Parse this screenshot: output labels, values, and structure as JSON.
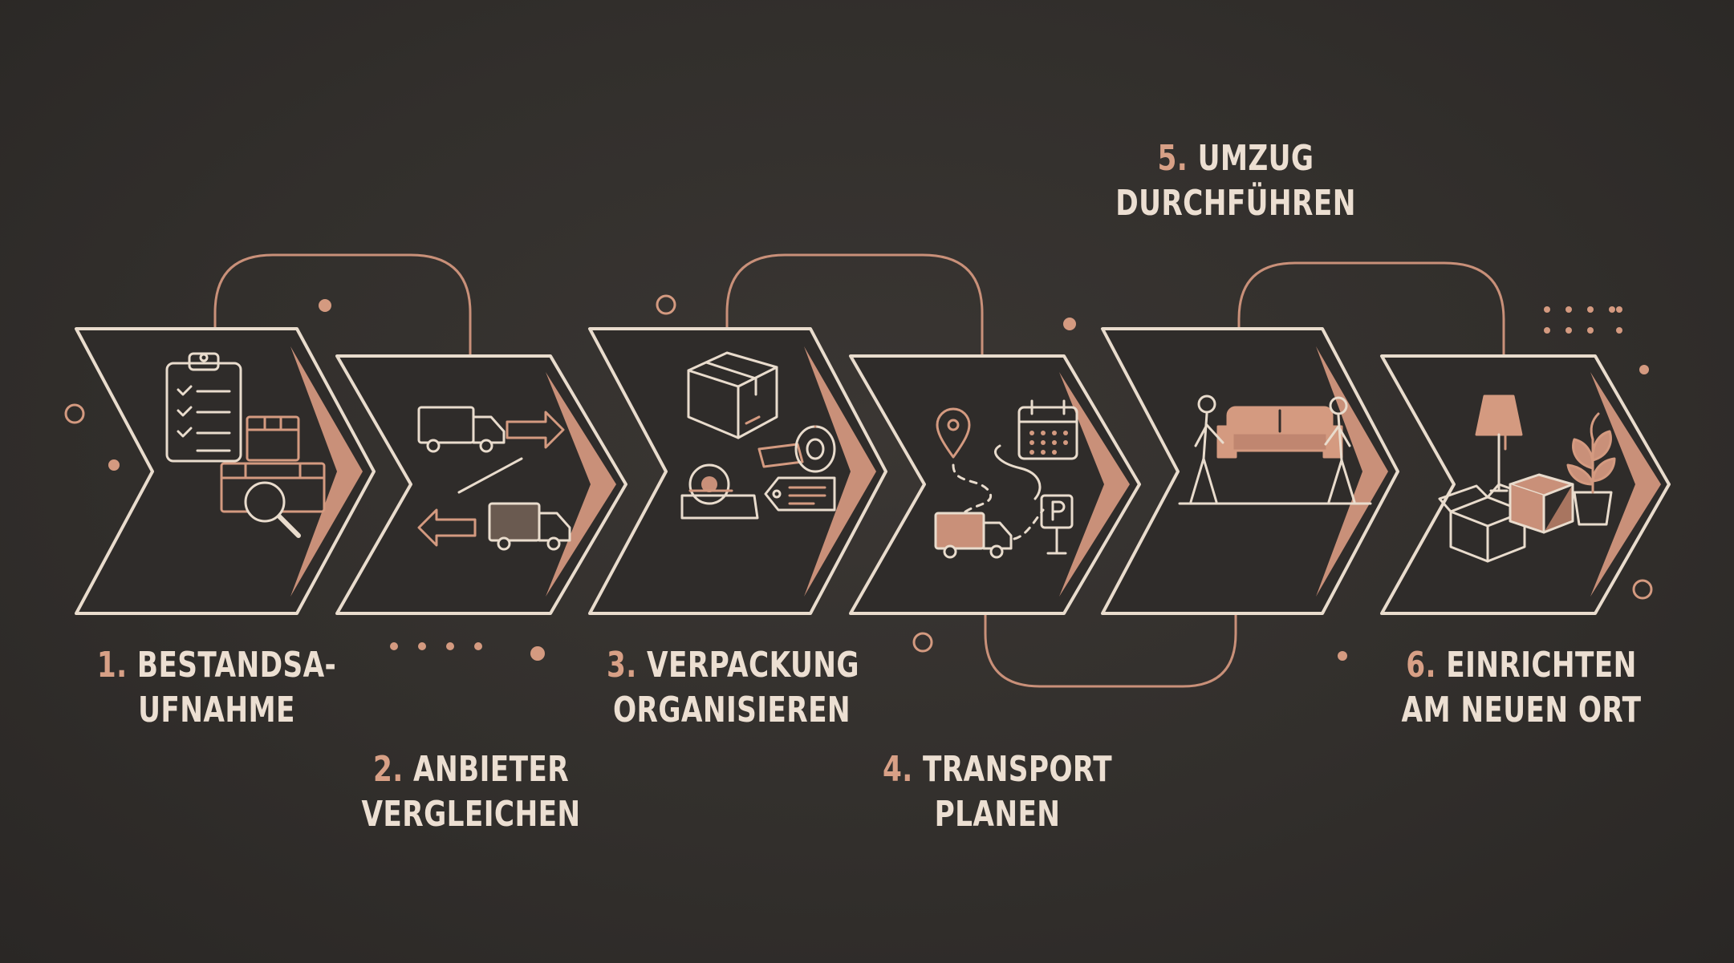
{
  "colors": {
    "background": "#322f2c",
    "line": "#e9dccd",
    "accent": "#d49a80",
    "label_text": "#ecdfd2",
    "label_number": "#d8a086"
  },
  "steps": [
    {
      "number": "1.",
      "title_line1": "BESTANDSA-",
      "title_line2": "UFNAHME",
      "icons": [
        "clipboard-checklist-icon",
        "cardboard-box-icon",
        "magnifier-icon"
      ]
    },
    {
      "number": "2.",
      "title_line1": "ANBIETER",
      "title_line2": "VERGLEICHEN",
      "icons": [
        "truck-icon",
        "arrow-right-icon",
        "arrow-left-icon",
        "truck-icon"
      ]
    },
    {
      "number": "3.",
      "title_line1": "VERPACKUNG",
      "title_line2": "ORGANISIEREN",
      "icons": [
        "box-icon",
        "tape-roll-icon",
        "tape-dispenser-icon",
        "label-tag-icon"
      ]
    },
    {
      "number": "4.",
      "title_line1": "TRANSPORT",
      "title_line2": "PLANEN",
      "icons": [
        "location-pin-icon",
        "calendar-icon",
        "truck-icon",
        "parking-sign-icon"
      ]
    },
    {
      "number": "5.",
      "title_line1": "UMZUG",
      "title_line2": "DURCHFÜHREN",
      "icons": [
        "two-movers-carrying-sofa-icon"
      ]
    },
    {
      "number": "6.",
      "title_line1": "EINRICHTEN",
      "title_line2": "AM NEUEN ORT",
      "icons": [
        "floor-lamp-icon",
        "open-box-icon",
        "box-icon",
        "potted-plant-icon"
      ]
    }
  ]
}
